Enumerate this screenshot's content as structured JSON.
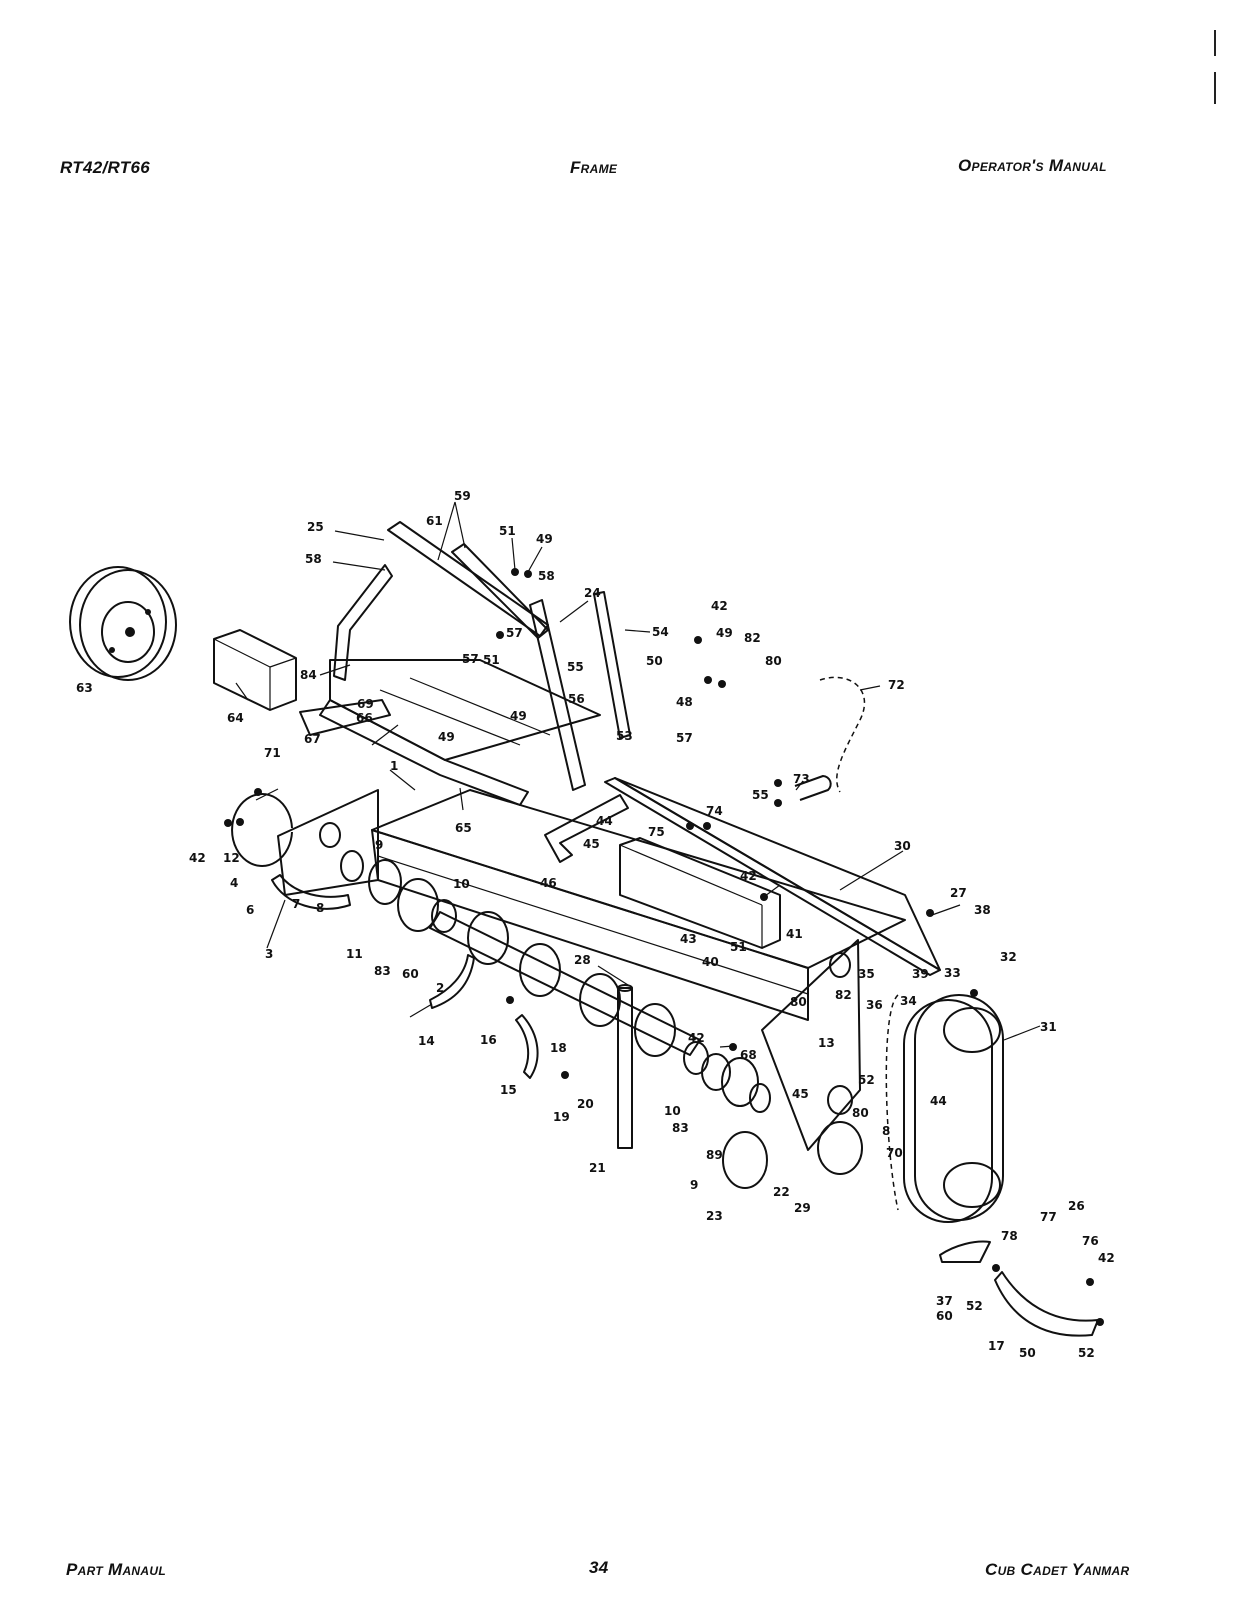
{
  "header": {
    "model": "RT42/RT66",
    "section": "Frame",
    "manual": "Operator's Manual"
  },
  "footer": {
    "left": "Part Manaul",
    "page": "34",
    "right": "Cub Cadet Yanmar"
  },
  "callouts": [
    "1",
    "2",
    "3",
    "4",
    "6",
    "7",
    "8",
    "9",
    "10",
    "11",
    "12",
    "13",
    "14",
    "15",
    "16",
    "17",
    "18",
    "19",
    "20",
    "21",
    "22",
    "23",
    "24",
    "25",
    "26",
    "27",
    "28",
    "29",
    "30",
    "31",
    "32",
    "33",
    "34",
    "35",
    "36",
    "37",
    "38",
    "39",
    "40",
    "41",
    "42",
    "43",
    "44",
    "45",
    "46",
    "48",
    "49",
    "50",
    "51",
    "52",
    "53",
    "54",
    "55",
    "56",
    "57",
    "58",
    "59",
    "60",
    "61",
    "63",
    "64",
    "65",
    "66",
    "67",
    "68",
    "69",
    "70",
    "71",
    "72",
    "73",
    "74",
    "75",
    "76",
    "77",
    "78",
    "80",
    "82",
    "83",
    "84",
    "89"
  ]
}
